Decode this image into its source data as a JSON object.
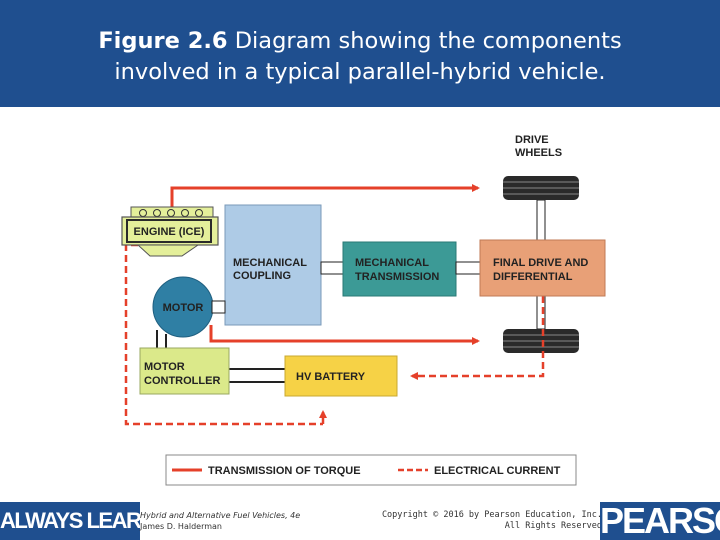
{
  "header": {
    "figure_label": "Figure 2.6",
    "caption_line1": "Diagram showing the components",
    "caption_line2": "involved in a typical parallel-hybrid vehicle."
  },
  "diagram": {
    "drive_wheels": [
      "DRIVE",
      "WHEELS"
    ],
    "engine": "ENGINE (ICE)",
    "mechanical_coupling": [
      "MECHANICAL",
      "COUPLING"
    ],
    "mechanical_transmission": [
      "MECHANICAL",
      "TRANSMISSION"
    ],
    "final_drive": [
      "FINAL DRIVE AND",
      "DIFFERENTIAL"
    ],
    "motor": "MOTOR",
    "motor_controller": [
      "MOTOR",
      "CONTROLLER"
    ],
    "hv_battery": "HV BATTERY",
    "legend": {
      "torque": "TRANSMISSION OF TORQUE",
      "electrical": "ELECTRICAL CURRENT"
    },
    "colors": {
      "torque_line": "#e5402a",
      "coupling": "#aecbe6",
      "transmission": "#3c9a96",
      "final_drive": "#e8a077",
      "motor": "#2f7fa4",
      "controller": "#dbe98a",
      "battery": "#f6d246",
      "engine_label": "#e4ef9a"
    }
  },
  "footer": {
    "left_brand": "ALWAYS LEARNING",
    "book_title": "Hybrid and Alternative Fuel Vehicles, 4e",
    "author": "James D. Halderman",
    "copyright_line1": "Copyright © 2016 by Pearson Education, Inc.",
    "copyright_line2": "All Rights Reserved",
    "right_brand": "PEARSON"
  }
}
